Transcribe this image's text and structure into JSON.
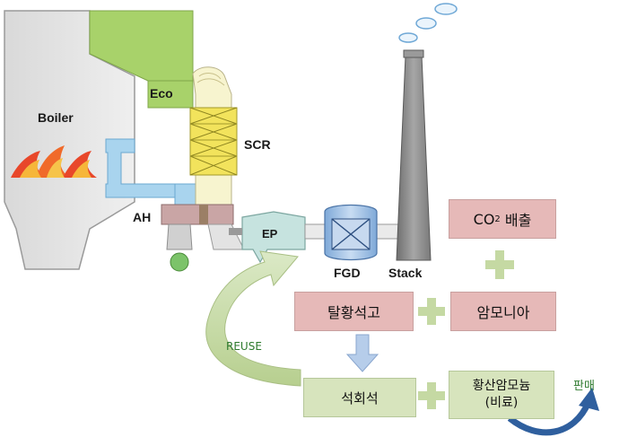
{
  "equipment": {
    "boiler": "Boiler",
    "eco": "Eco",
    "scr": "SCR",
    "ah": "AH",
    "ep": "EP",
    "fgd": "FGD",
    "stack": "Stack"
  },
  "boxes": {
    "co2_main": "CO",
    "co2_sub": "2",
    "co2_tail": " 배출",
    "gypsum": "탈황석고",
    "ammonia": "암모니아",
    "limestone": "석회석",
    "ammonium_sulfate": "황산암모늄\n(비료)"
  },
  "arrows": {
    "reuse": "REUSE",
    "sale": "판매"
  },
  "colors": {
    "pink_box": "#e6b9b8",
    "green_box": "#d7e4bd",
    "plus": "#c5d9a3",
    "eco_green": "#a8d26a",
    "scr_yellow": "#f2e35c",
    "duct_blue": "#a9d4ee",
    "stack_gray": "#8a8a8a"
  }
}
